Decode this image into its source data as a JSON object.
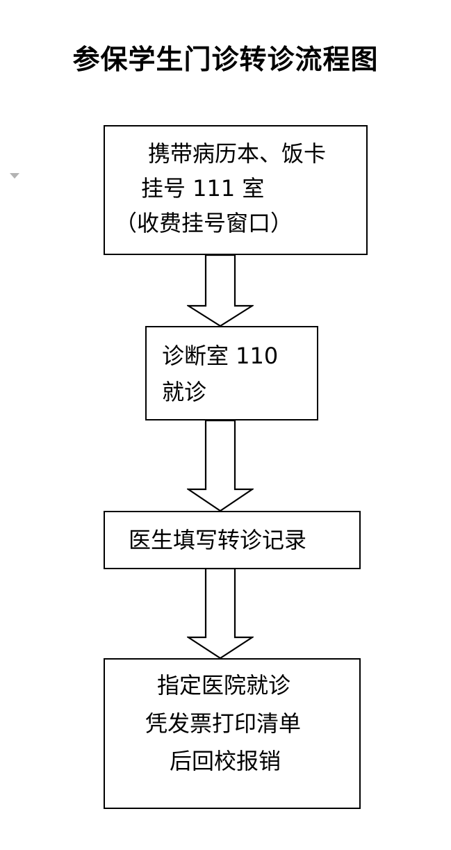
{
  "title": "参保学生门诊转诊流程图",
  "steps": [
    {
      "lines": [
        "携带病历本、饭卡",
        "挂号 111 室",
        "（收费挂号窗口）"
      ]
    },
    {
      "lines": [
        "诊断室 110",
        "就诊"
      ]
    },
    {
      "lines": [
        "医生填写转诊记录"
      ]
    },
    {
      "lines": [
        "指定医院就诊",
        "凭发票打印清单",
        "后回校报销"
      ]
    }
  ]
}
